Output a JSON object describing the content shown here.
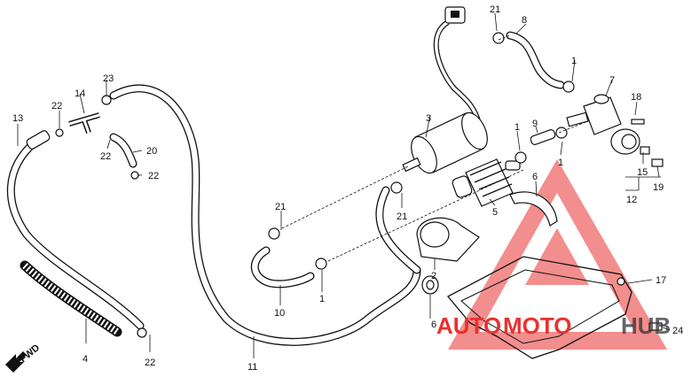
{
  "callouts": [
    {
      "id": "c-1a",
      "text": "1"
    },
    {
      "id": "c-1b",
      "text": "1"
    },
    {
      "id": "c-1c",
      "text": "1"
    },
    {
      "id": "c-1d",
      "text": "1"
    },
    {
      "id": "c-2",
      "text": "2"
    },
    {
      "id": "c-3",
      "text": "3"
    },
    {
      "id": "c-4",
      "text": "4"
    },
    {
      "id": "c-5",
      "text": "5"
    },
    {
      "id": "c-6a",
      "text": "6"
    },
    {
      "id": "c-6b",
      "text": "6"
    },
    {
      "id": "c-7",
      "text": "7"
    },
    {
      "id": "c-8",
      "text": "8"
    },
    {
      "id": "c-9",
      "text": "9"
    },
    {
      "id": "c-10",
      "text": "10"
    },
    {
      "id": "c-11",
      "text": "11"
    },
    {
      "id": "c-12",
      "text": "12"
    },
    {
      "id": "c-13",
      "text": "13"
    },
    {
      "id": "c-14",
      "text": "14"
    },
    {
      "id": "c-15",
      "text": "15"
    },
    {
      "id": "c-17",
      "text": "17"
    },
    {
      "id": "c-18",
      "text": "18"
    },
    {
      "id": "c-19",
      "text": "19"
    },
    {
      "id": "c-20",
      "text": "20"
    },
    {
      "id": "c-21a",
      "text": "21"
    },
    {
      "id": "c-21b",
      "text": "21"
    },
    {
      "id": "c-21c",
      "text": "21"
    },
    {
      "id": "c-22a",
      "text": "22"
    },
    {
      "id": "c-22b",
      "text": "22"
    },
    {
      "id": "c-22c",
      "text": "22"
    },
    {
      "id": "c-22d",
      "text": "22"
    },
    {
      "id": "c-23",
      "text": "23"
    },
    {
      "id": "c-24",
      "text": "24"
    }
  ],
  "fwd_label": "FWD",
  "watermark": {
    "text_auto": "AUTO",
    "text_moto": "MOTO",
    "text_hub": "HUB",
    "color_red": "#e8322f",
    "color_dark": "#333333"
  }
}
